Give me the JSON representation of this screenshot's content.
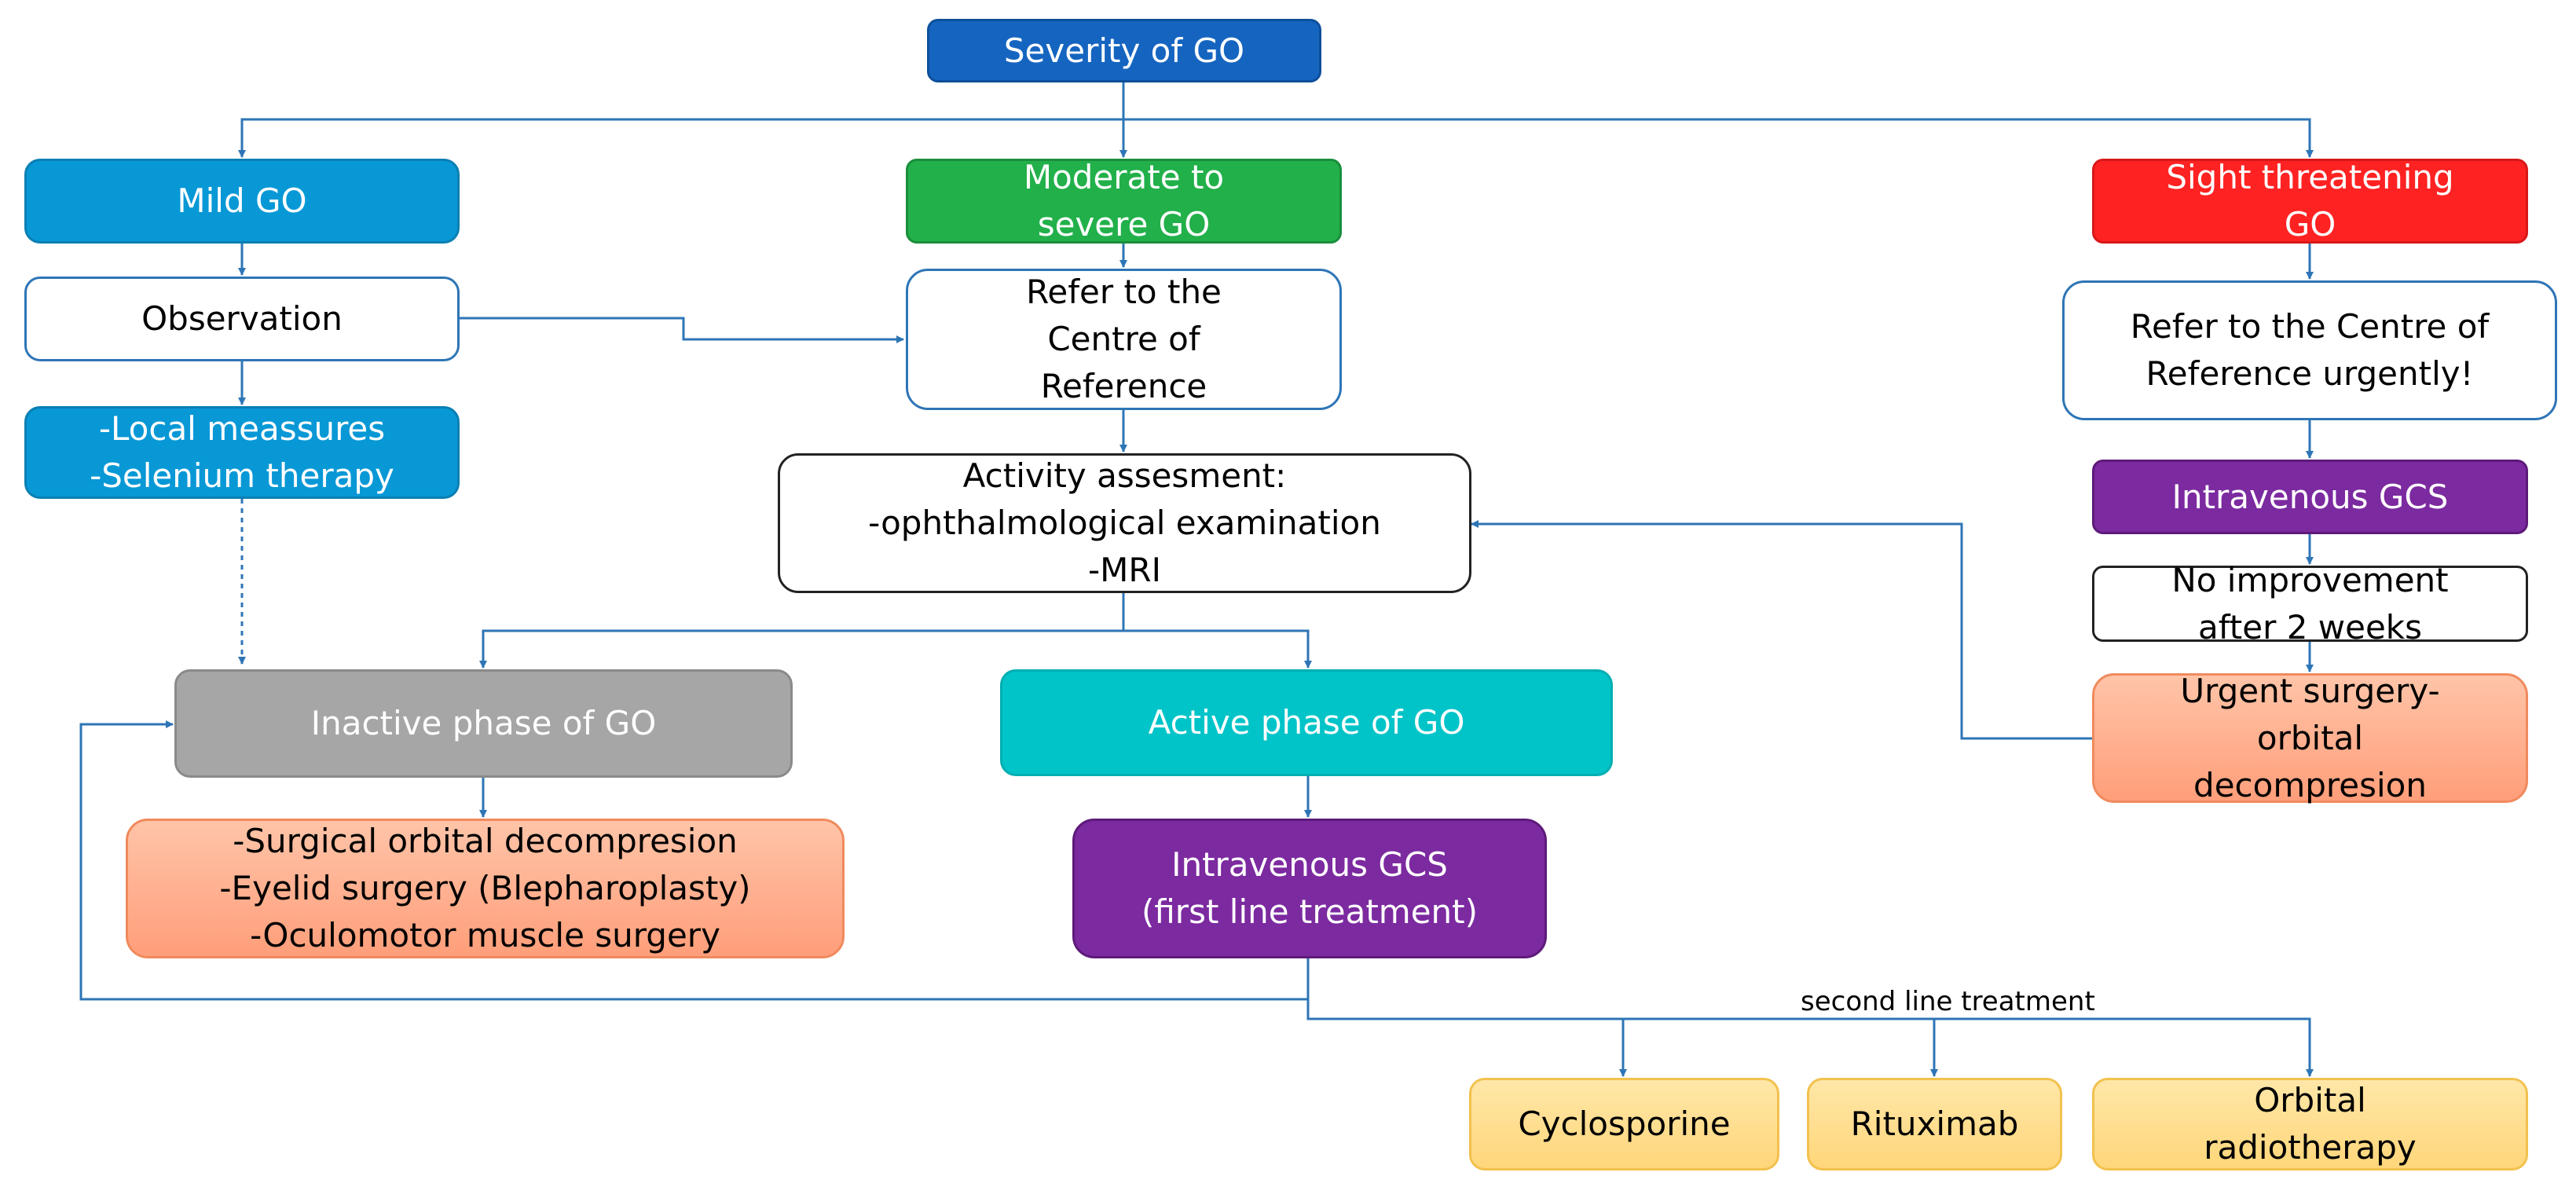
{
  "colors": {
    "connector": "#2e75b6",
    "severity": "#1565c0",
    "mild": "#0898d6",
    "moderate": "#22b04a",
    "sight": "#ff2222",
    "purple": "#7c2aa0",
    "inactive": "#a6a6a6",
    "active": "#00c4c8",
    "salmon": "#ff9e7a",
    "yellow": "#ffd67a"
  },
  "nodes": {
    "severity": [
      "Severity of GO"
    ],
    "mild": [
      "Mild GO"
    ],
    "moderate": [
      "Moderate to",
      "severe GO"
    ],
    "sight": [
      "Sight threatening",
      "GO"
    ],
    "observation": [
      "Observation"
    ],
    "refer_center": [
      "Refer to the",
      "Centre of",
      "Reference"
    ],
    "refer_urgent": [
      "Refer to the Centre of",
      "Reference urgently!"
    ],
    "local": [
      "-Local meassures",
      "-Selenium therapy"
    ],
    "activity": [
      "Activity assesment:",
      "-ophthalmological examination",
      "-MRI"
    ],
    "iv_gcs_right": [
      "Intravenous GCS"
    ],
    "no_improvement": [
      "No improvement",
      "after 2 weeks"
    ],
    "inactive": [
      "Inactive phase of GO"
    ],
    "active": [
      "Active phase of GO"
    ],
    "urgent_surgery": [
      "Urgent  surgery-",
      "orbital",
      "decompresion"
    ],
    "surgical": [
      "-Surgical orbital decompresion",
      "-Eyelid surgery (Blepharoplasty)",
      "-Oculomotor muscle surgery"
    ],
    "iv_gcs_first": [
      "Intravenous GCS",
      "(first line treatment)"
    ],
    "cyclosporine": [
      "Cyclosporine"
    ],
    "rituximab": [
      "Rituximab"
    ],
    "radiotherapy": [
      "Orbital",
      "radiotherapy"
    ]
  },
  "edge_label": "second line treatment"
}
